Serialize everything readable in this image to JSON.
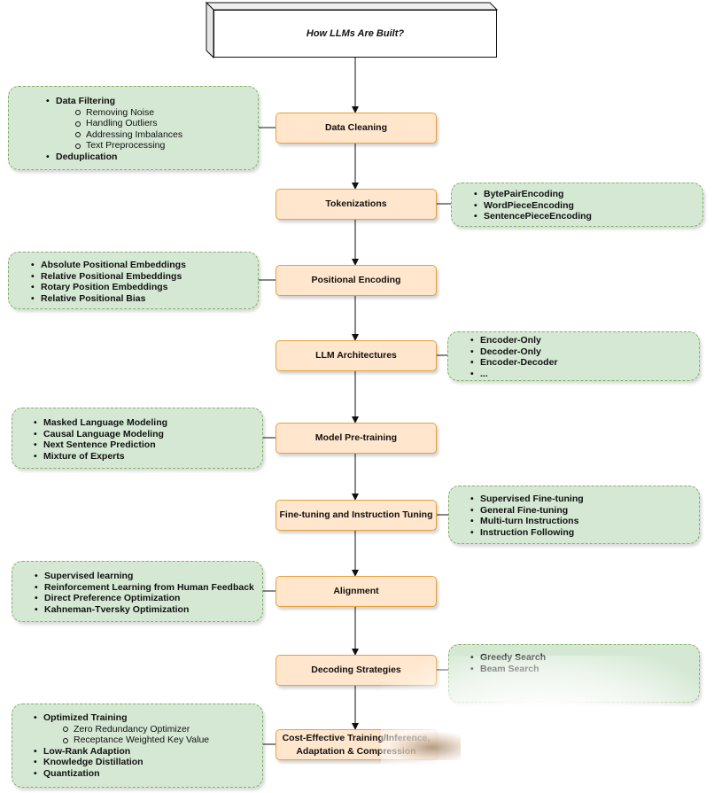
{
  "title": "How LLMs Are Built?",
  "steps": [
    {
      "label": "Data Cleaning"
    },
    {
      "label": "Tokenizations"
    },
    {
      "label": "Positional Encoding"
    },
    {
      "label": "LLM Architectures"
    },
    {
      "label": "Model Pre-training"
    },
    {
      "label": "Fine-tuning and Instruction Tuning"
    },
    {
      "label": "Alignment"
    },
    {
      "label": "Decoding Strategies"
    },
    {
      "label": "Cost-Effective Training/Inference, Adaptation & Compression"
    }
  ],
  "notes": [
    {
      "items": [
        {
          "text": "Data Filtering",
          "sub": [
            "Removing Noise",
            "Handling Outliers",
            "Addressing Imbalances",
            "Text Preprocessing"
          ]
        },
        {
          "text": "Deduplication",
          "sub": []
        }
      ]
    },
    {
      "items": [
        {
          "text": "BytePairEncoding",
          "sub": []
        },
        {
          "text": "WordPieceEncoding",
          "sub": []
        },
        {
          "text": "SentencePieceEncoding",
          "sub": []
        }
      ]
    },
    {
      "items": [
        {
          "text": "Absolute Positional Embeddings",
          "sub": []
        },
        {
          "text": "Relative Positional Embeddings",
          "sub": []
        },
        {
          "text": "Rotary Position Embeddings",
          "sub": []
        },
        {
          "text": "Relative Positional Bias",
          "sub": []
        }
      ]
    },
    {
      "items": [
        {
          "text": "Encoder-Only",
          "sub": []
        },
        {
          "text": "Decoder-Only",
          "sub": []
        },
        {
          "text": "Encoder-Decoder",
          "sub": []
        },
        {
          "text": "...",
          "sub": []
        }
      ]
    },
    {
      "items": [
        {
          "text": "Masked Language Modeling",
          "sub": []
        },
        {
          "text": "Causal Language Modeling",
          "sub": []
        },
        {
          "text": "Next Sentence Prediction",
          "sub": []
        },
        {
          "text": "Mixture of Experts",
          "sub": []
        }
      ]
    },
    {
      "items": [
        {
          "text": "Supervised Fine-tuning",
          "sub": []
        },
        {
          "text": "General Fine-tuning",
          "sub": []
        },
        {
          "text": "Multi-turn Instructions",
          "sub": []
        },
        {
          "text": "Instruction Following",
          "sub": []
        }
      ]
    },
    {
      "items": [
        {
          "text": "Supervised learning",
          "sub": []
        },
        {
          "text": "Reinforcement Learning from Human Feedback",
          "sub": []
        },
        {
          "text": "Direct Preference Optimization",
          "sub": []
        },
        {
          "text": "Kahneman-Tversky Optimization",
          "sub": []
        }
      ]
    },
    {
      "items": [
        {
          "text": "Greedy Search",
          "sub": []
        },
        {
          "text": "Beam Search",
          "sub": []
        }
      ]
    },
    {
      "items": [
        {
          "text": "Optimized Training",
          "sub": [
            "Zero Redundancy Optimizer",
            "Receptance Weighted Key Value"
          ]
        },
        {
          "text": "Low-Rank Adaption",
          "sub": []
        },
        {
          "text": "Knowledge Distillation",
          "sub": []
        },
        {
          "text": "Quantization",
          "sub": []
        }
      ]
    }
  ],
  "colors": {
    "step_fill": "#ffe6cc",
    "step_stroke": "#e6a23c",
    "note_fill": "#d5e8d4",
    "note_stroke": "#82b366"
  }
}
